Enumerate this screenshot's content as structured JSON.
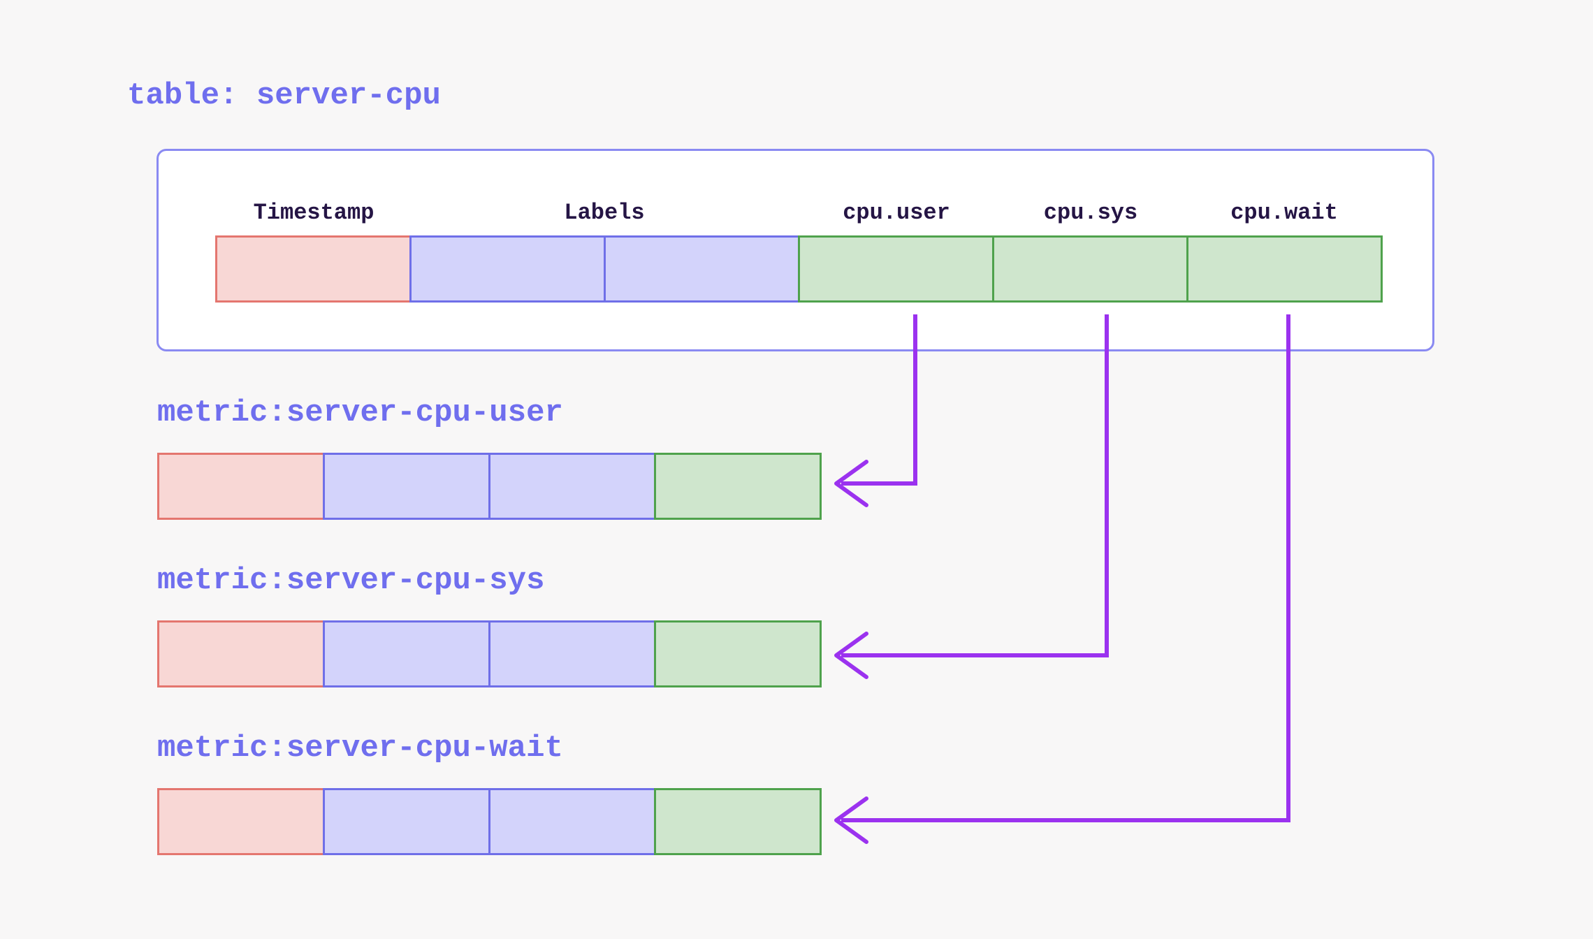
{
  "title": {
    "text": "table: server-cpu"
  },
  "table": {
    "column_headers": [
      "Timestamp",
      "Labels",
      "cpu.user",
      "cpu.sys",
      "cpu.wait"
    ],
    "row_cells": [
      {
        "column": "Timestamp",
        "color_key": "timestamp"
      },
      {
        "column": "Labels",
        "color_key": "labels"
      },
      {
        "column": "Labels",
        "color_key": "labels"
      },
      {
        "column": "cpu.user",
        "color_key": "field"
      },
      {
        "column": "cpu.sys",
        "color_key": "field"
      },
      {
        "column": "cpu.wait",
        "color_key": "field"
      }
    ]
  },
  "metrics": [
    {
      "label": "metric:server-cpu-user",
      "from_column": "cpu.user",
      "row_cells": [
        "timestamp",
        "labels",
        "labels",
        "field"
      ]
    },
    {
      "label": "metric:server-cpu-sys",
      "from_column": "cpu.sys",
      "row_cells": [
        "timestamp",
        "labels",
        "labels",
        "field"
      ]
    },
    {
      "label": "metric:server-cpu-wait",
      "from_column": "cpu.wait",
      "row_cells": [
        "timestamp",
        "labels",
        "labels",
        "field"
      ]
    }
  ],
  "colors": {
    "background": "#f8f7f7",
    "accent_text": "#6f6eee",
    "box_border": "#8a8af2",
    "header_text": "#251545",
    "timestamp_fill": "#f8d7d5",
    "timestamp_border": "#e4766f",
    "labels_fill": "#d3d3fb",
    "labels_border": "#6f6fe8",
    "field_fill": "#cfe6cd",
    "field_border": "#4fa24c",
    "arrow": "#9b32ef"
  }
}
